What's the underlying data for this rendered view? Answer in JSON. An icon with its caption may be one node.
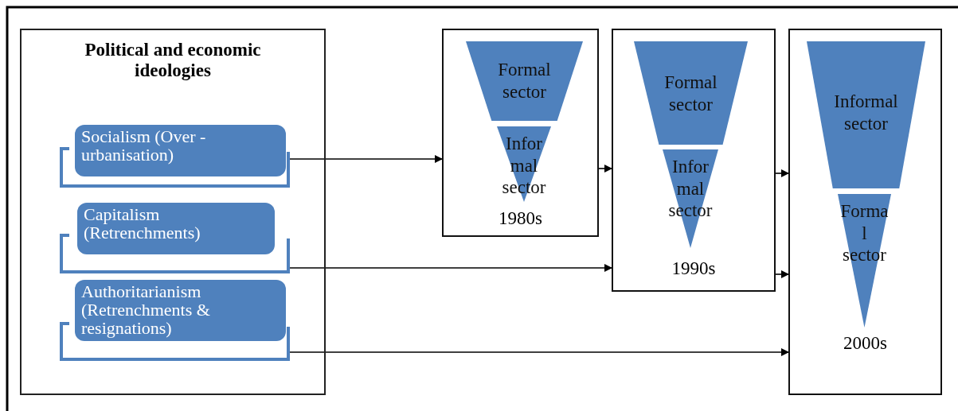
{
  "diagram": {
    "nodes": [
      {
        "text": [
          "Political and economic ideologies"
        ]
      },
      {
        "text": [
          "Socialism (Over - urbanisation)"
        ],
        "in": 0
      },
      {
        "text": [
          "Capitalism (Retrenchments)"
        ],
        "in": 0
      },
      {
        "text": [
          "Authoritarianism (Retrenchments & resignations)"
        ],
        "in": 0
      },
      {
        "text": [
          "1980s"
        ]
      },
      {
        "text": [
          "Formal sector"
        ],
        "in": 4
      },
      {
        "text": [
          "Infor mal sector"
        ],
        "in": 4
      },
      {
        "text": [
          "1990s"
        ]
      },
      {
        "text": [
          "Formal sector"
        ],
        "in": 7
      },
      {
        "text": [
          "Infor mal sector"
        ],
        "in": 7
      },
      {
        "text": [
          "2000s"
        ]
      },
      {
        "text": [
          "Informal sector"
        ],
        "in": 10
      },
      {
        "text": [
          "Forma l sector"
        ],
        "in": 10
      }
    ],
    "edges": [
      {
        "from": 1,
        "to": 4,
        "arrow": "to"
      },
      {
        "from": 4,
        "to": 7,
        "arrow": "to"
      },
      {
        "from": 2,
        "to": 7,
        "arrow": "to"
      },
      {
        "from": 7,
        "to": 10,
        "arrow": "to"
      },
      {
        "from": 7,
        "to": 10,
        "arrow": "to"
      },
      {
        "from": 3,
        "to": 10,
        "arrow": "to"
      }
    ]
  }
}
